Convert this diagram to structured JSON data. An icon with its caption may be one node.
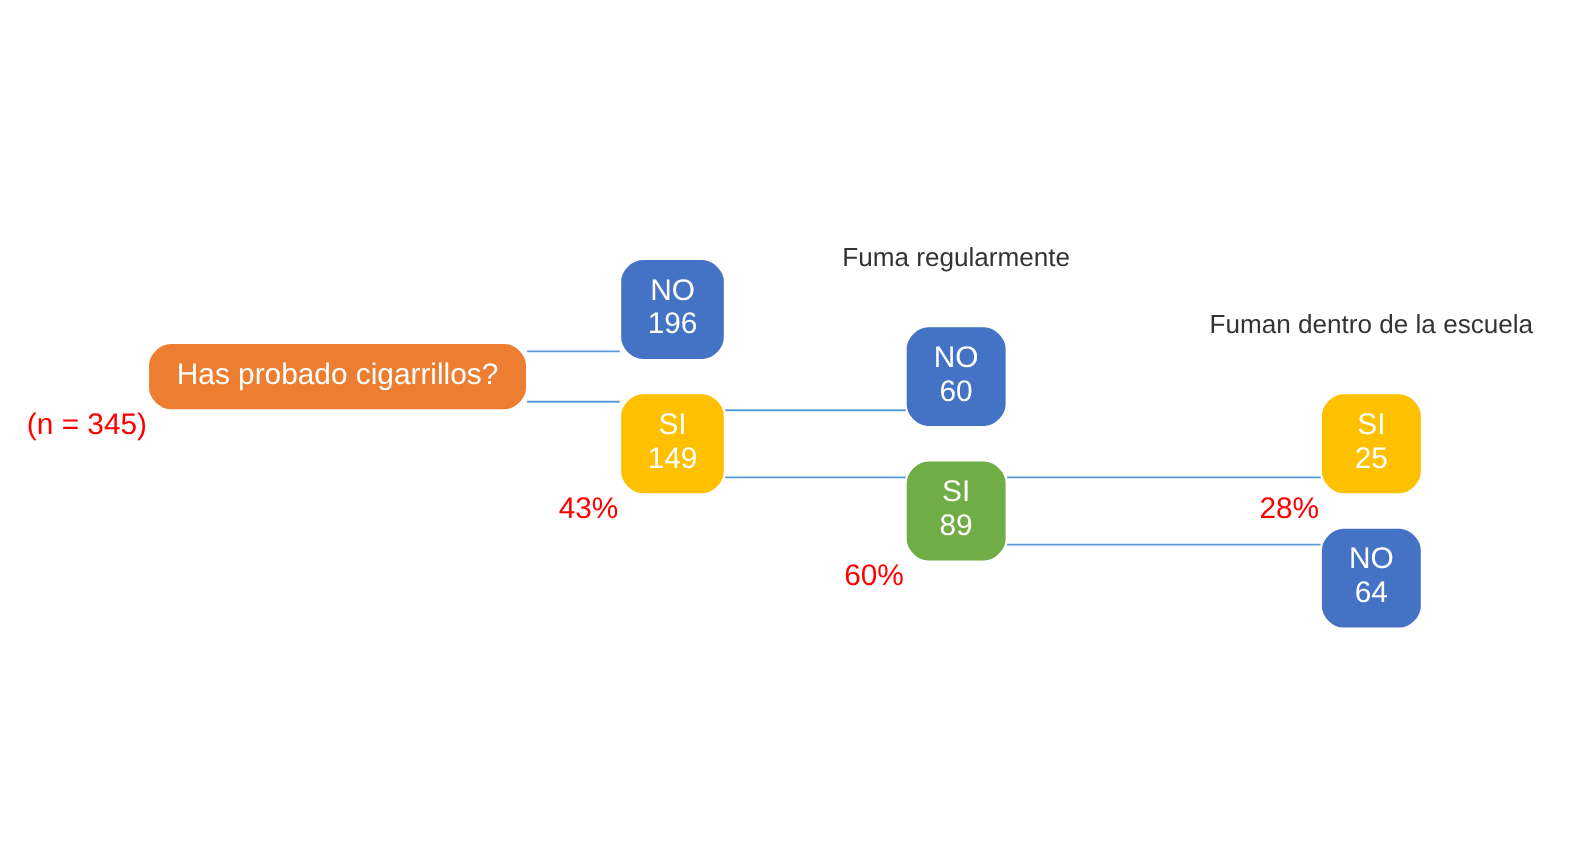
{
  "diagram": {
    "nodes": [
      {
        "text": [
          "Has probado cigarrillos?"
        ],
        "beside": [
          "(n = 345)"
        ]
      },
      {
        "text": [
          "NO",
          "196"
        ]
      },
      {
        "text": [
          "SI",
          "149"
        ],
        "beside": [
          "43%"
        ]
      },
      {
        "text": [
          "NO",
          "60"
        ]
      },
      {
        "text": [
          "SI",
          "89"
        ],
        "beside": [
          "60%"
        ]
      },
      {
        "text": [
          "SI",
          "25"
        ],
        "beside": [
          "28%"
        ]
      },
      {
        "text": [
          "NO",
          "64"
        ]
      }
    ],
    "edges": [
      {
        "from": 0,
        "to": 1,
        "arrow": "none"
      },
      {
        "from": 0,
        "to": 2,
        "arrow": "none"
      },
      {
        "from": 2,
        "to": 3,
        "arrow": "none"
      },
      {
        "from": 2,
        "to": 4,
        "arrow": "none"
      },
      {
        "from": 4,
        "to": 5,
        "arrow": "none"
      },
      {
        "from": 4,
        "to": 6,
        "arrow": "none"
      }
    ],
    "labels": [
      "Fuma regularmente",
      "Fuman dentro de la escuela"
    ]
  }
}
